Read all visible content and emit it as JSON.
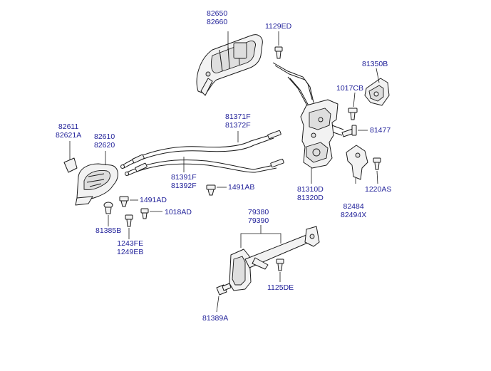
{
  "labels": {
    "outside_handle": [
      "82650",
      "82660"
    ],
    "screw_top": [
      "1129ED"
    ],
    "bracket_top_right": [
      "81350B"
    ],
    "bolt_1017": [
      "1017CB"
    ],
    "bolt_81477": [
      "81477"
    ],
    "cover_left": [
      "82611",
      "82621A"
    ],
    "inside_handle": [
      "82610",
      "82620"
    ],
    "cables": [
      "81371F",
      "81372F"
    ],
    "rods": [
      "81391F",
      "81392F"
    ],
    "clip_1491ab": [
      "1491AB"
    ],
    "clip_1491ad": [
      "1491AD"
    ],
    "screw_1018": [
      "1018AD"
    ],
    "grommet": [
      "81385B"
    ],
    "screw_1243": [
      "1243FE",
      "1249EB"
    ],
    "latch": [
      "81310D",
      "81320D"
    ],
    "plate": [
      "82484",
      "82494X"
    ],
    "bolt_1220": [
      "1220AS"
    ],
    "checker": [
      "79380",
      "79390"
    ],
    "bolt_1125": [
      "1125DE"
    ],
    "bolt_81389": [
      "81389A"
    ]
  }
}
